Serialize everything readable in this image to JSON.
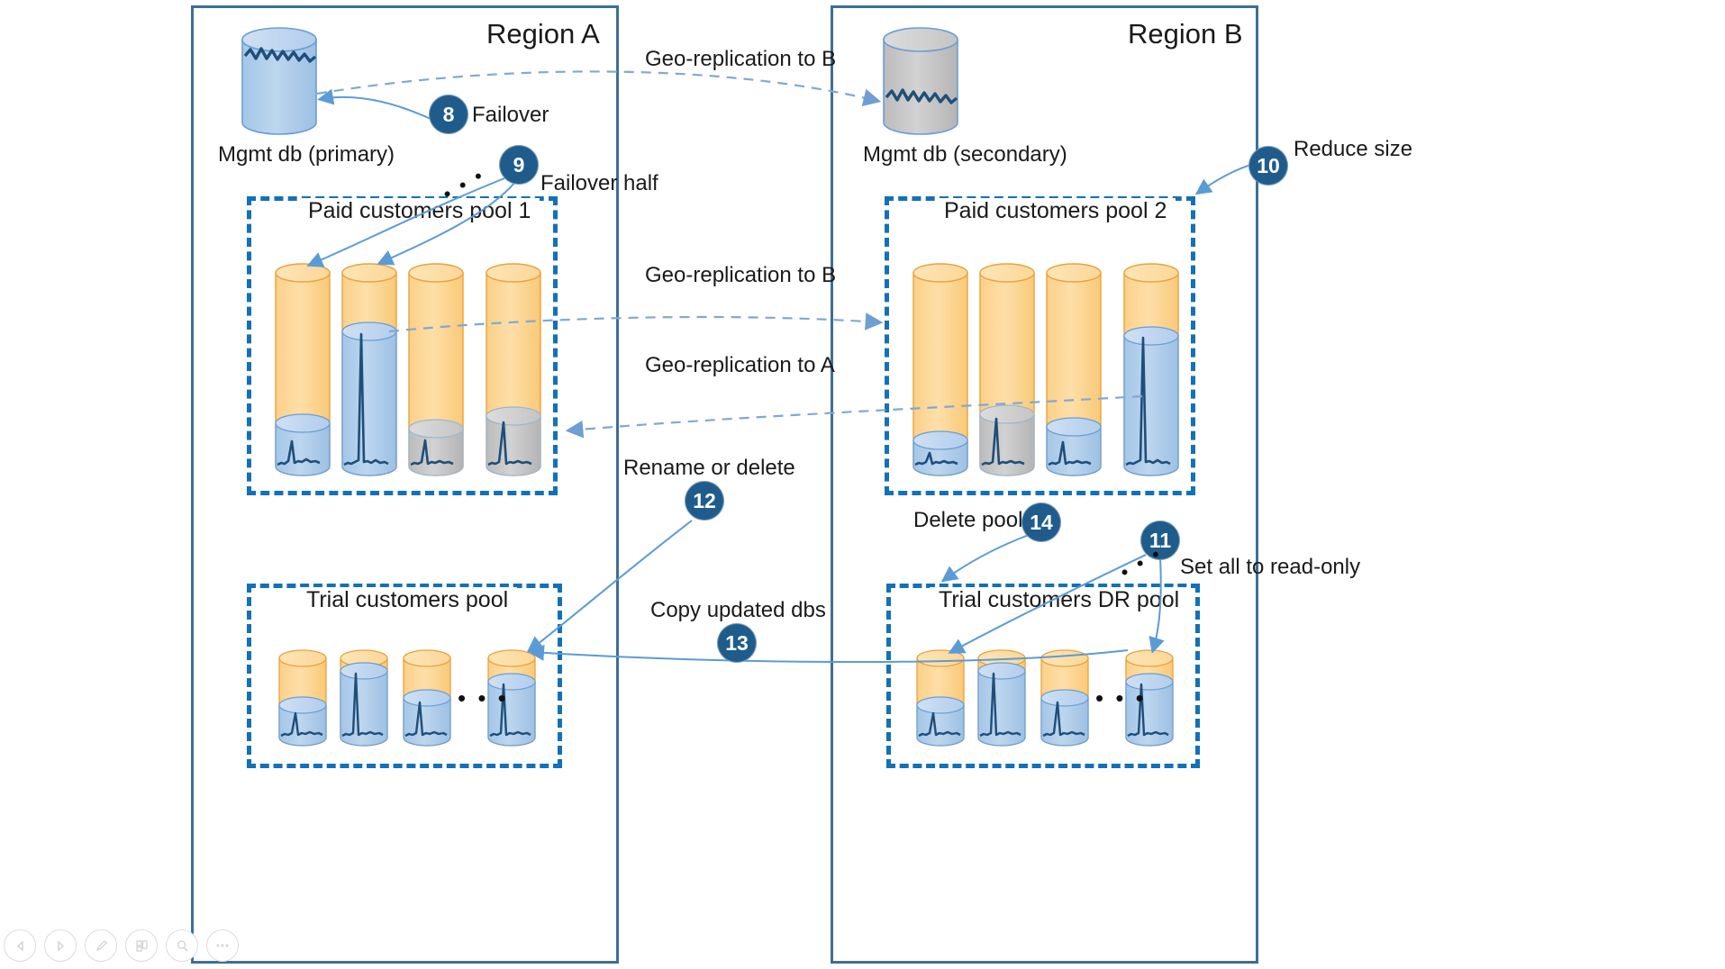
{
  "regions": [
    {
      "id": "A",
      "title": "Region A"
    },
    {
      "id": "B",
      "title": "Region B"
    }
  ],
  "databases": {
    "mgmt_primary_label": "Mgmt db (primary)",
    "mgmt_secondary_label": "Mgmt db (secondary)"
  },
  "pools": [
    {
      "id": "paid1",
      "title": "Paid customers pool 1"
    },
    {
      "id": "paid2",
      "title": "Paid customers pool 2"
    },
    {
      "id": "trial",
      "title": "Trial customers pool"
    },
    {
      "id": "trialdr",
      "title": "Trial customers DR pool"
    }
  ],
  "steps": [
    {
      "number": "8",
      "label": "Failover"
    },
    {
      "number": "9",
      "label": "Failover half"
    },
    {
      "number": "10",
      "label": "Reduce size"
    },
    {
      "number": "11",
      "label": "Set all to read-only"
    },
    {
      "number": "12",
      "label": "Rename or delete"
    },
    {
      "number": "13",
      "label": "Copy updated dbs"
    },
    {
      "number": "14",
      "label": "Delete pool"
    }
  ],
  "replication_labels": [
    {
      "id": "mgmt_geo_b",
      "text": "Geo-replication to B"
    },
    {
      "id": "paid_geo_b",
      "text": "Geo-replication to B"
    },
    {
      "id": "paid_geo_a",
      "text": "Geo-replication to A"
    }
  ],
  "ellipsis": "• • •",
  "colors": {
    "region_border": "#3d6f96",
    "pool_border": "#1271b8",
    "badge_fill": "#1f5c8b",
    "cylinder_yellow": "#fcd municipal",
    "cylinder_yellow_body": "#fcd58a",
    "cylinder_yellow_top": "#fde3b0",
    "cylinder_blue_body": "#a8c8e8",
    "cylinder_blue_top": "#c6dcf1",
    "cylinder_gray_body": "#bfbfbf",
    "cylinder_gray_top": "#d6d6d6",
    "arrow_solid": "#5b9bd5",
    "arrow_dashed": "#7fa9d4",
    "wave": "#1f4e79"
  },
  "toolbar": {
    "buttons": [
      {
        "name": "previous-slide",
        "icon": "triangle-left-icon"
      },
      {
        "name": "next-slide",
        "icon": "triangle-right-icon"
      },
      {
        "name": "pen",
        "icon": "pen-icon"
      },
      {
        "name": "layout",
        "icon": "grid-icon"
      },
      {
        "name": "zoom",
        "icon": "magnifier-icon"
      },
      {
        "name": "more",
        "icon": "ellipsis-icon"
      }
    ]
  }
}
